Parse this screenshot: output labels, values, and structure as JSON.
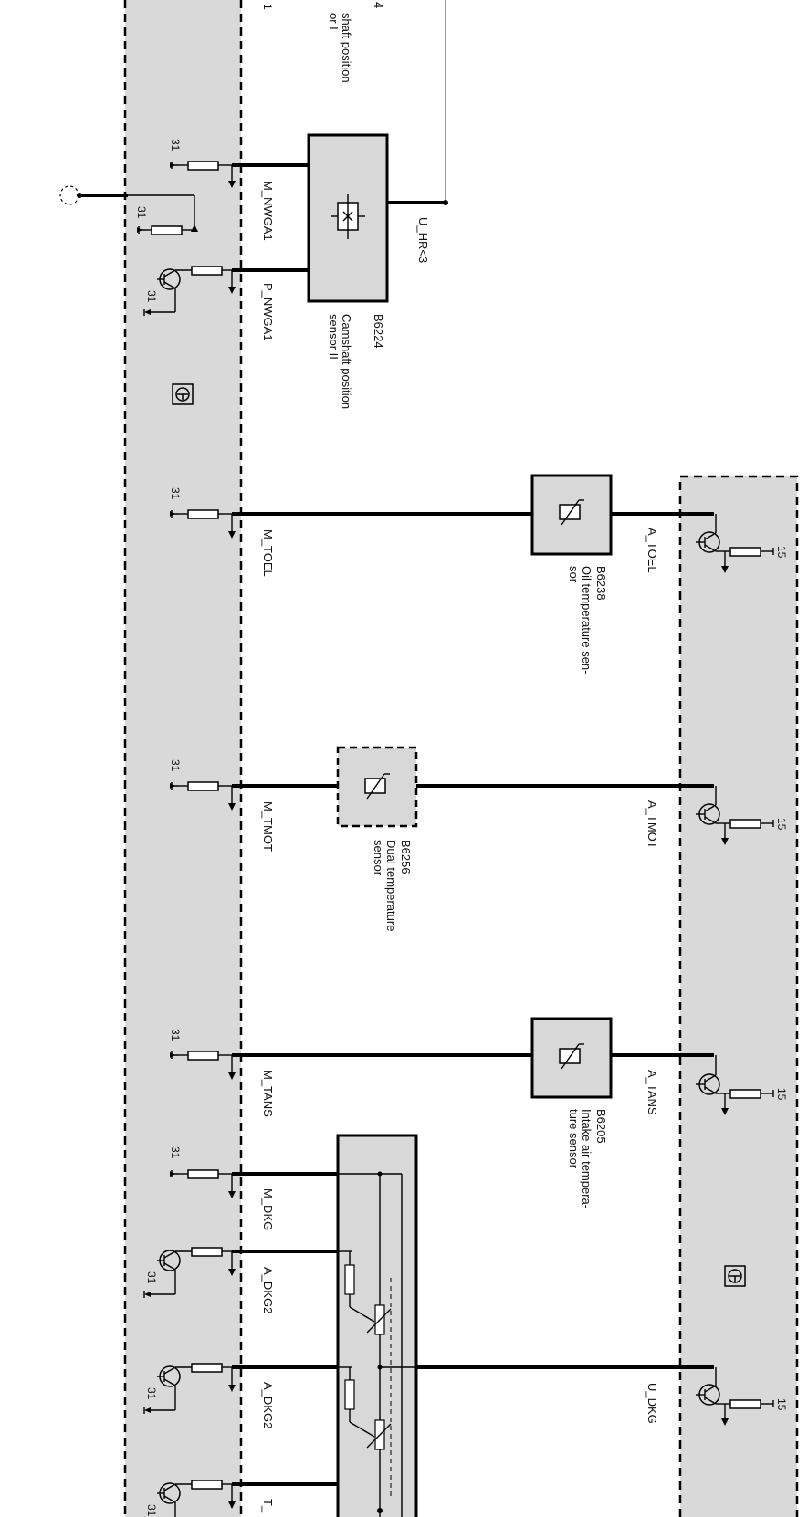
{
  "diagram": {
    "components": {
      "b6224_cam": {
        "id": "B6224",
        "line1": "Camshaft position",
        "line2": "sensor II"
      },
      "top_cam": {
        "id": "4",
        "line1": "shaft position",
        "line2": "or I"
      },
      "b6238_oil": {
        "id": "B6238",
        "line1": "Oil temperature sen-",
        "line2": "sor"
      },
      "b6256_dual": {
        "id": "B6256",
        "line1": "Dual temperature",
        "line2": "sensor"
      },
      "b6205_intake": {
        "id": "B6205",
        "line1": "Intake air tempera-",
        "line2": "ture sensor"
      }
    },
    "signals": {
      "m_nwga1": "M_NWGA1",
      "p_nwga1": "P_NWGA1",
      "u_hr": "U_HR<3",
      "m_toel": "M_TOEL",
      "a_toel": "A_TOEL",
      "m_tmot": "M_TMOT",
      "a_tmot": "A_TMOT",
      "m_tans": "M_TANS",
      "a_tans": "A_TANS",
      "m_dkg": "M_DKG",
      "a_dkg2_a": "A_DKG2",
      "a_dkg2_b": "A_DKG2",
      "u_dkg": "U_DKG",
      "t_partial": "T_"
    },
    "terminals": {
      "ground": "31",
      "supply": "15",
      "top_partial": "1"
    }
  }
}
